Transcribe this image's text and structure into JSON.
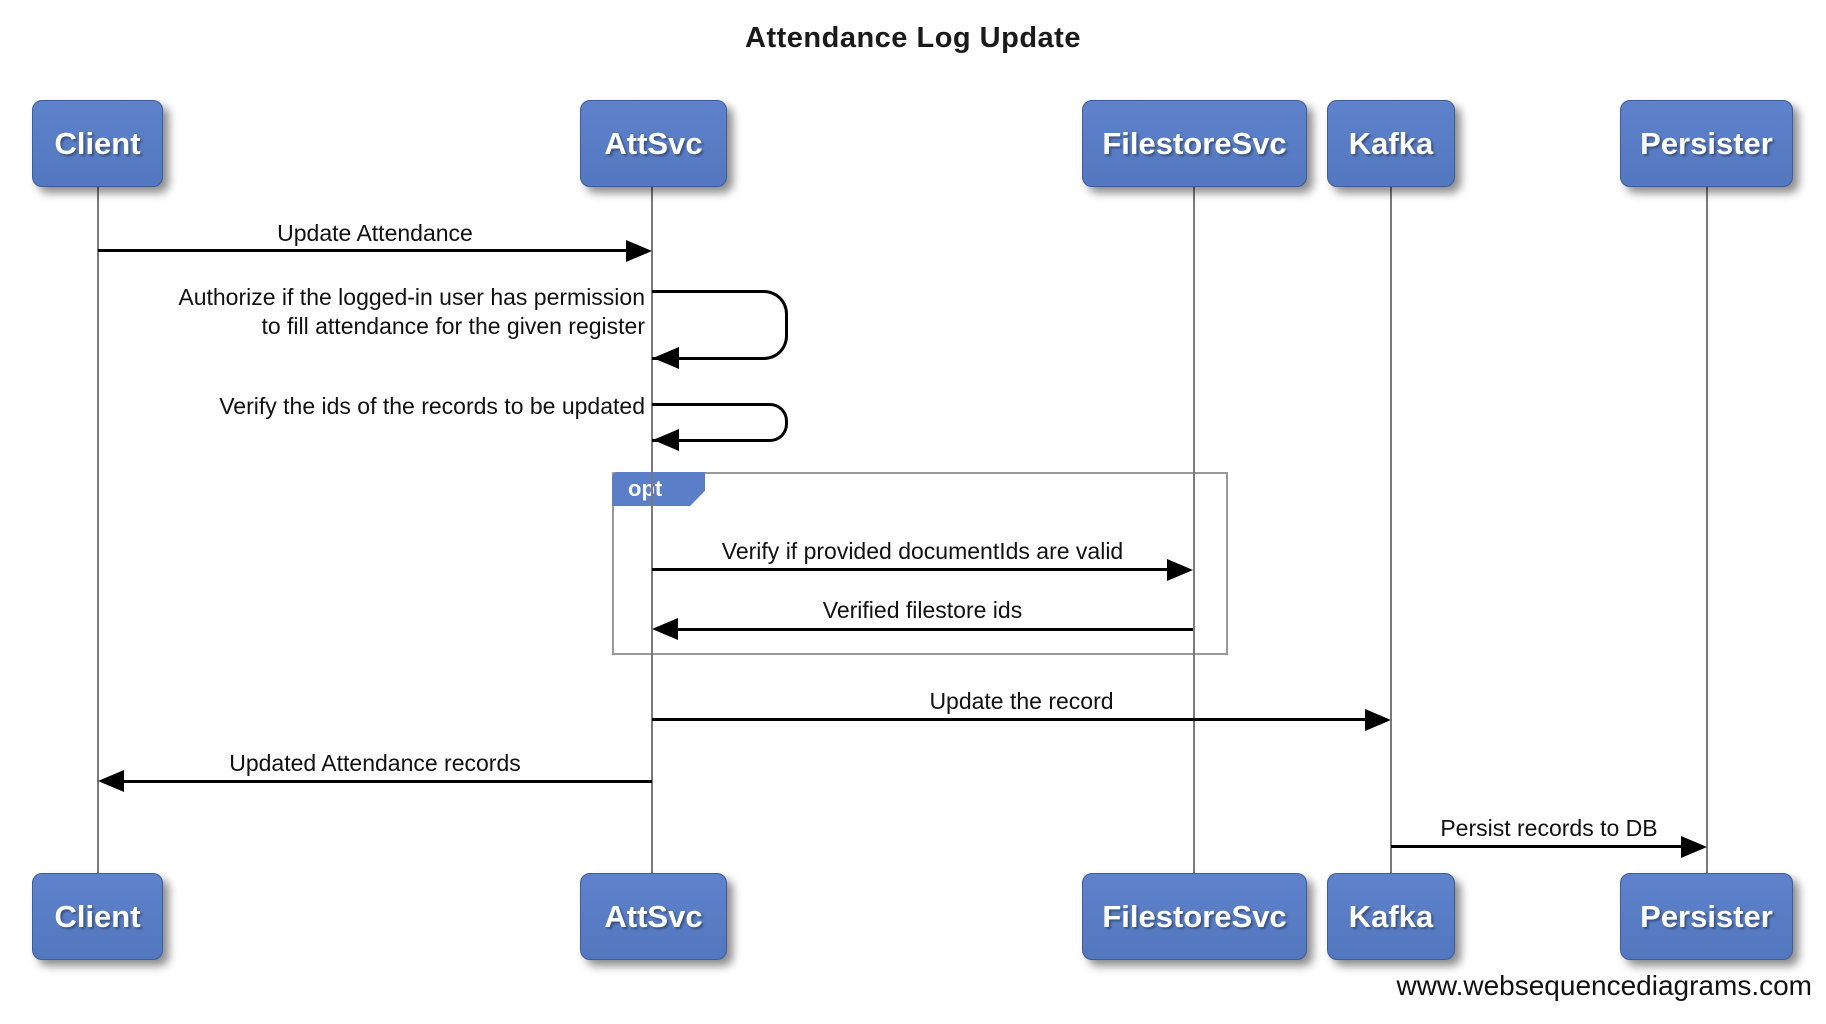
{
  "title": "Attendance Log Update",
  "watermark": "www.websequencediagrams.com",
  "colors": {
    "background": "#ffffff",
    "actor_fill": "#5b7ec8",
    "actor_border": "#3d5c9e",
    "actor_text": "#ffffff",
    "lifeline": "#7a7a7a",
    "arrow": "#000000",
    "fragment_border": "#999999",
    "fragment_label_fill": "#5b7ec8"
  },
  "actors": [
    {
      "label": "Client"
    },
    {
      "label": "AttSvc"
    },
    {
      "label": "FilestoreSvc"
    },
    {
      "label": "Kafka"
    },
    {
      "label": "Persister"
    }
  ],
  "fragment": {
    "type_label": "opt"
  },
  "messages": [
    {
      "from": "Client",
      "to": "AttSvc",
      "kind": "arrow",
      "label": "Update Attendance"
    },
    {
      "from": "AttSvc",
      "to": "AttSvc",
      "kind": "self",
      "label": "Authorize if the logged-in user has permission to fill attendance for the given register",
      "label_lines": [
        "Authorize if the logged-in user has permission",
        "to fill attendance for the given register"
      ]
    },
    {
      "from": "AttSvc",
      "to": "AttSvc",
      "kind": "self",
      "label": "Verify the ids of the records to be updated"
    },
    {
      "from": "AttSvc",
      "to": "FilestoreSvc",
      "kind": "arrow",
      "in_fragment": true,
      "label": "Verify if provided documentIds are valid"
    },
    {
      "from": "FilestoreSvc",
      "to": "AttSvc",
      "kind": "arrow",
      "in_fragment": true,
      "label": "Verified filestore ids"
    },
    {
      "from": "AttSvc",
      "to": "Kafka",
      "kind": "arrow",
      "label": "Update the record"
    },
    {
      "from": "AttSvc",
      "to": "Client",
      "kind": "arrow",
      "label": "Updated Attendance records"
    },
    {
      "from": "Kafka",
      "to": "Persister",
      "kind": "arrow",
      "label": "Persist records to DB"
    }
  ]
}
